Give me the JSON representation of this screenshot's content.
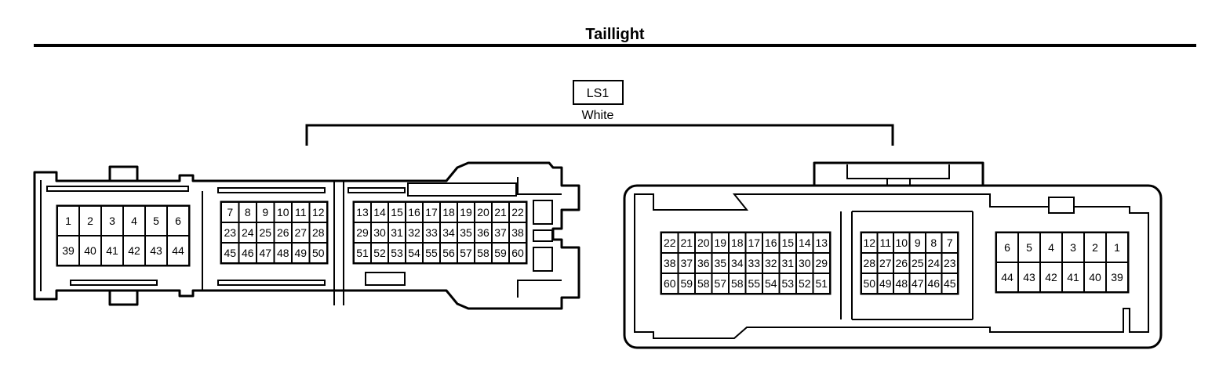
{
  "title": "Taillight",
  "connector": {
    "id": "LS1",
    "color": "White"
  },
  "left_connector": {
    "blocks": [
      {
        "rows": [
          [
            "1",
            "2",
            "3",
            "4",
            "5",
            "6"
          ],
          [
            "39",
            "40",
            "41",
            "42",
            "43",
            "44"
          ]
        ]
      },
      {
        "rows": [
          [
            "7",
            "8",
            "9",
            "10",
            "11",
            "12"
          ],
          [
            "23",
            "24",
            "25",
            "26",
            "27",
            "28"
          ],
          [
            "45",
            "46",
            "47",
            "48",
            "49",
            "50"
          ]
        ]
      },
      {
        "rows": [
          [
            "13",
            "14",
            "15",
            "16",
            "17",
            "18",
            "19",
            "20",
            "21",
            "22"
          ],
          [
            "29",
            "30",
            "31",
            "32",
            "33",
            "34",
            "35",
            "36",
            "37",
            "38"
          ],
          [
            "51",
            "52",
            "53",
            "54",
            "55",
            "56",
            "57",
            "58",
            "59",
            "60"
          ]
        ]
      }
    ]
  },
  "right_connector": {
    "blocks": [
      {
        "rows": [
          [
            "22",
            "21",
            "20",
            "19",
            "18",
            "17",
            "16",
            "15",
            "14",
            "13"
          ],
          [
            "38",
            "37",
            "36",
            "35",
            "34",
            "33",
            "32",
            "31",
            "30",
            "29"
          ],
          [
            "60",
            "59",
            "58",
            "57",
            "58",
            "55",
            "54",
            "53",
            "52",
            "51"
          ]
        ]
      },
      {
        "rows": [
          [
            "12",
            "11",
            "10",
            "9",
            "8",
            "7"
          ],
          [
            "28",
            "27",
            "26",
            "25",
            "24",
            "23"
          ],
          [
            "50",
            "49",
            "48",
            "47",
            "46",
            "45"
          ]
        ]
      },
      {
        "rows": [
          [
            "6",
            "5",
            "4",
            "3",
            "2",
            "1"
          ],
          [
            "44",
            "43",
            "42",
            "41",
            "40",
            "39"
          ]
        ]
      }
    ]
  }
}
